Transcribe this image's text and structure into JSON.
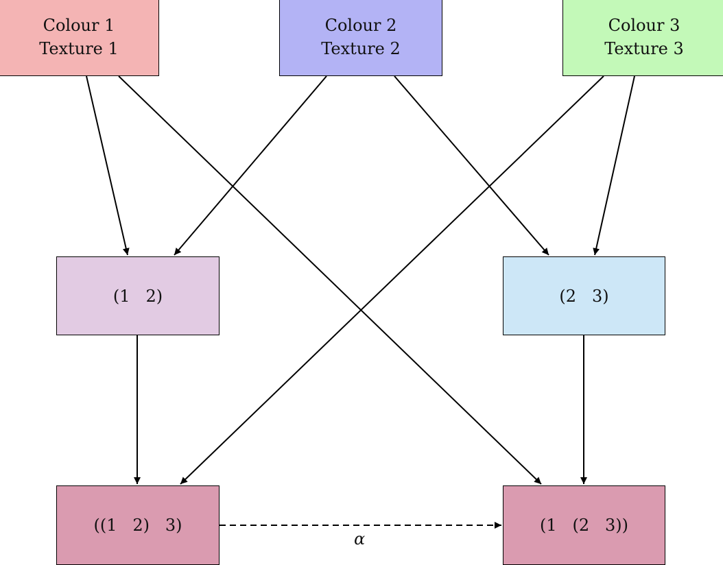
{
  "colors": {
    "colour_1": "#f4b4b4",
    "colour_2": "#b3b3f5",
    "colour_3": "#c3f9b8",
    "swap_12": "#e2cbe3",
    "swap_23": "#cde7f7",
    "composite": "#da9bb0",
    "line": "#000000"
  },
  "nodes": {
    "colour_1": {
      "line1": "Colour 1",
      "line2": "Texture 1"
    },
    "colour_2": {
      "line1": "Colour 2",
      "line2": "Texture 2"
    },
    "colour_3": {
      "line1": "Colour 3",
      "line2": "Texture 3"
    },
    "swap_12": {
      "label": "(1   2)"
    },
    "swap_23": {
      "label": "(2   3)"
    },
    "left_composite": {
      "label": "((1   2)   3)"
    },
    "right_composite": {
      "label": "(1   (2   3))"
    }
  },
  "edges": {
    "alpha_label": "α"
  }
}
